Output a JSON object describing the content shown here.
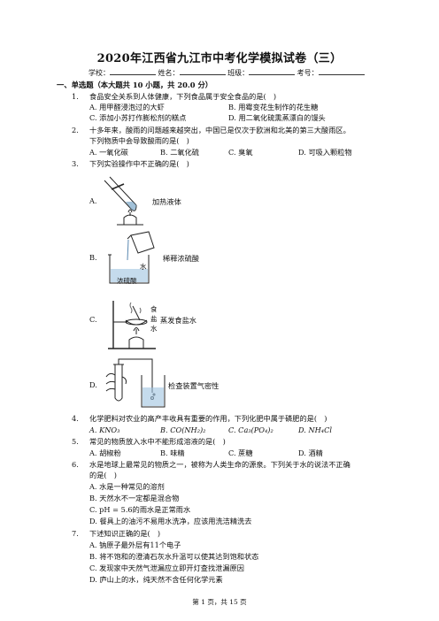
{
  "title": "2020年江西省九江市中考化学模拟试卷（三）",
  "info": {
    "school": "学校：",
    "name": "姓名：",
    "class": "班级：",
    "exam_no": "考号："
  },
  "section1": "一、单选题（本大题共 10 小题，共 20.0 分）",
  "q1": {
    "num": "1.",
    "stem": "食品安全关系到人体健康，下列食品属于安全食品的是(　)",
    "A": "A. 用甲醛浸泡过的大虾",
    "B": "B. 用霉变花生制作的花生糖",
    "C": "C. 添加小苏打作膨松剂的糕点",
    "D": "D. 用二氧化硫熏蒸漂白的馒头"
  },
  "q2": {
    "num": "2.",
    "stem1": "十多年来，酸雨的问题越来越突出，中国已是仅次于欧洲和北美的第三大酸雨区。",
    "stem2": "下列物质中会导致酸雨的是(　)",
    "A": "A. 一氧化碳",
    "B": "B. 二氧化硫",
    "C": "C. 臭氧",
    "D": "D. 可吸入颗粒物"
  },
  "q3": {
    "num": "3.",
    "stem": "下列实验操作中不正确的是(　)",
    "A": "A.",
    "A_text": "加热液体",
    "B": "B.",
    "B_text": "稀释浓硫酸",
    "B_water": "水",
    "B_acid": "浓硫酸",
    "C": "C.",
    "C_text": "蒸发食盐水",
    "C_label1": "食",
    "C_label2": "盐",
    "C_label3": "水",
    "D": "D.",
    "D_text": "检查装置气密性"
  },
  "q4": {
    "num": "4.",
    "stem": "化学肥料对农业的高产丰收具有重要的作用，下列化肥中属于磷肥的是(　)",
    "A": "A. KNO₃",
    "B": "B. CO(NH₂)₂",
    "C": "C. Ca₃(PO₄)₂",
    "D": "D. NH₄Cl"
  },
  "q5": {
    "num": "5.",
    "stem": "常见的物质放入水中不能形成溶液的是(　)",
    "A": "A. 胡椒粉",
    "B": "B. 味精",
    "C": "C. 蔗糖",
    "D": "D. 酒精"
  },
  "q6": {
    "num": "6.",
    "stem1": "水是地球上最常见的物质之一，被称为人类生命的源泉。下列关于水的说法不正确",
    "stem2": "的是(　)",
    "A": "A. 水是一种常见的溶剂",
    "B": "B. 天然水不一定都是混合物",
    "C": "C. pH = 5.6的雨水是正常雨水",
    "D": "D. 餐具上的油污不易用水洗净，应该用洗洁精洗去"
  },
  "q7": {
    "num": "7.",
    "stem": "下述知识正确的是(　)",
    "A": "A. 钠原子最外层有11个电子",
    "B": "B. 将不饱和的澄清石灰水升温可以使其达到饱和状态",
    "C": "C. 发现家中天然气泄漏应立即开灯查找泄漏原因",
    "D": "D. 庐山上的水，纯天然不含任何化学元素"
  },
  "footer": "第 1 页，共 15 页"
}
